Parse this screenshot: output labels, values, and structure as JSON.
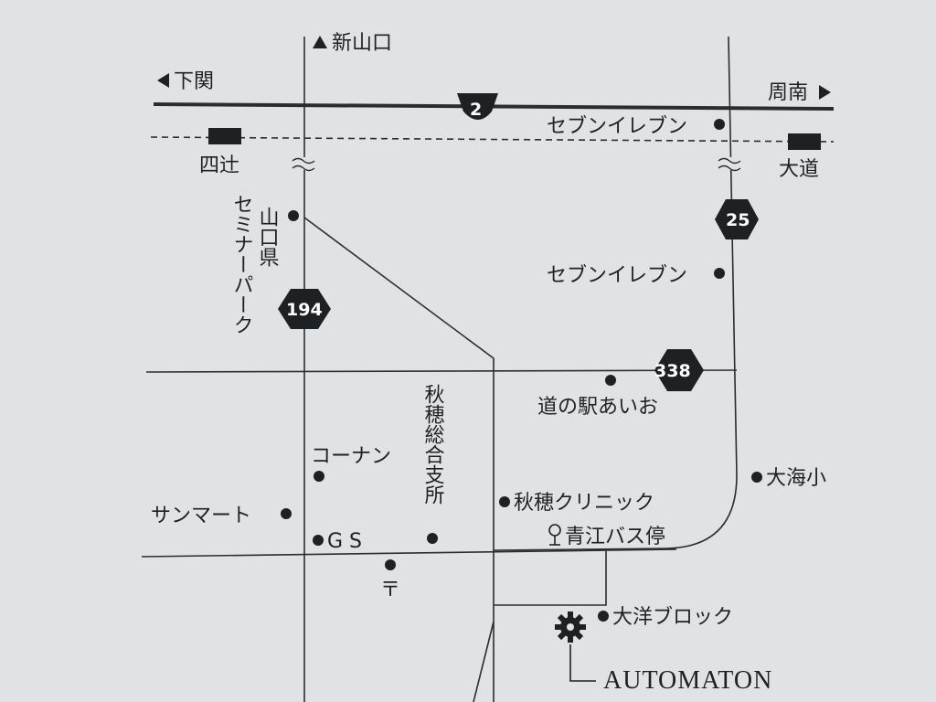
{
  "colors": {
    "paper": "#dfe3e6",
    "ink": "#1e2124",
    "shield_fill": "#1e2124",
    "shield_text": "#ffffff"
  },
  "directions": {
    "north": "新山口",
    "west": "下関",
    "east": "周南"
  },
  "stations": {
    "west": "四辻",
    "east": "大道"
  },
  "route_shields": {
    "national": "2",
    "pref_25": "25",
    "pref_194": "194",
    "pref_338": "338"
  },
  "places": {
    "seven_eleven_1": "セブンイレブン",
    "seven_eleven_2": "セブンイレブン",
    "seminar_park": [
      "山口県",
      "セミナーパーク"
    ],
    "michi_no_eki": "道の駅あいお",
    "akiho_branch": "秋穂総合支所",
    "konan": "コーナン",
    "sun_mart": "サンマート",
    "gs": "G S",
    "akiho_clinic": "秋穂クリニック",
    "aoe_bus_stop": "青江バス停",
    "omi_elementary": "大海小",
    "taiyo_block": "大洋ブロック",
    "post_office_mark": "〒",
    "destination": "AUTOMATON"
  },
  "icons": {
    "arrow": "triangle-arrow-icon",
    "place_marker": "dot-icon",
    "bus_stop": "bus-stop-icon",
    "destination": "gear-icon"
  }
}
